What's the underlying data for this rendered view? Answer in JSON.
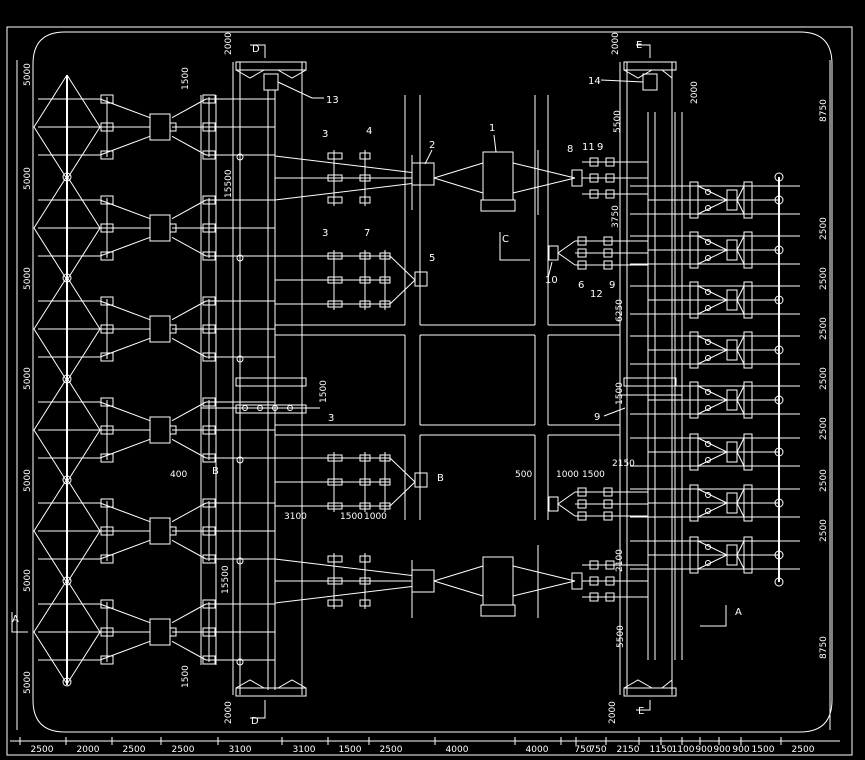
{
  "colors": {
    "background": "#000000",
    "lines": "#ffffff"
  },
  "dimensions": {
    "bottom": [
      "2500",
      "2000",
      "2500",
      "2500",
      "3100",
      "3100",
      "1500",
      "2500",
      "4000",
      "4000",
      "750",
      "750",
      "2150",
      "1150",
      "1100",
      "900",
      "900",
      "900",
      "1500",
      "2500"
    ],
    "left": [
      "5000",
      "5000",
      "5000",
      "5000",
      "5000",
      "5000",
      "5000"
    ],
    "right": [
      "8750",
      "2500",
      "2500",
      "2500",
      "2500",
      "2500",
      "2500",
      "2500",
      "8750"
    ],
    "col_d_top": "2000",
    "col_d_bottom": "2000",
    "col_d_mid": "15500",
    "col_d_low": "15500",
    "col_e_top": "2000",
    "col_e_bottom": "2000",
    "col_e_5500_top": "5500",
    "col_e_5500_bottom": "5500",
    "col_e_2000_inner": "2000",
    "dim_1500_top": "1500",
    "dim_1500_bottom": "1500",
    "dim_1500_mid": "1500",
    "dim_3750": "3750",
    "dim_6250": "6250",
    "dim_2100": "2100",
    "dim_1500_right": "1500",
    "dim_400": "400",
    "dim_500": "500",
    "dim_3100": "3100",
    "dim_1500_b": "1500",
    "dim_1000_b": "1000",
    "dim_1000_c": "1000",
    "dim_1500_c": "1500",
    "dim_2150": "2150"
  },
  "section_marks": {
    "A_left": "A",
    "A_right": "A",
    "B_left": "B",
    "B_right": "B",
    "C": "C",
    "D_top": "D",
    "D_bottom": "D",
    "E_top": "E",
    "E_bottom": "E"
  },
  "callouts": {
    "n1": "1",
    "n2": "2",
    "n3a": "3",
    "n3b": "3",
    "n3c": "3",
    "n4": "4",
    "n5": "5",
    "n6": "6",
    "n7": "7",
    "n8": "8",
    "n9a": "9",
    "n9b": "9",
    "n9c": "9",
    "n10": "10",
    "n11": "11",
    "n12": "12",
    "n13": "13",
    "n14": "14"
  }
}
